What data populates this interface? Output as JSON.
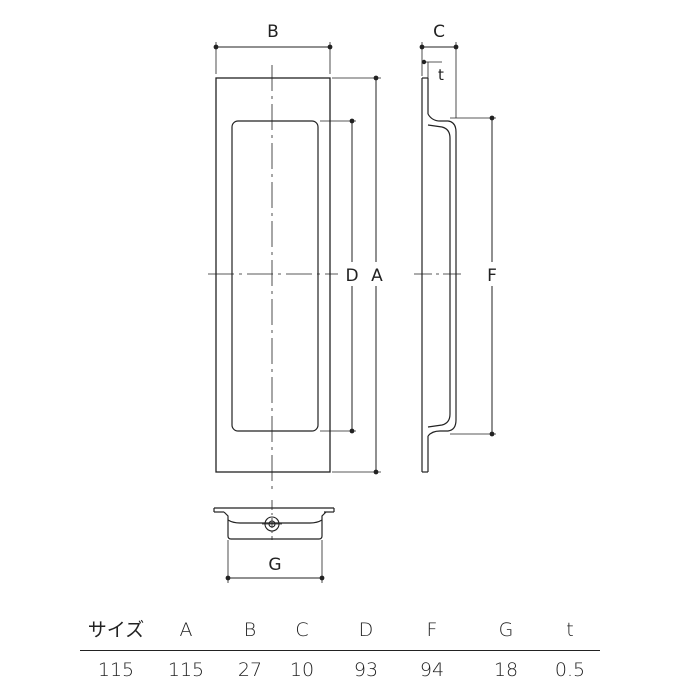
{
  "drawing": {
    "labels": {
      "A": "A",
      "B": "B",
      "C": "C",
      "D": "D",
      "F": "F",
      "G": "G",
      "t": "t"
    }
  },
  "spec_table": {
    "headers": [
      "サイズ",
      "A",
      "B",
      "C",
      "D",
      "F",
      "G",
      "t"
    ],
    "values": [
      "115",
      "115",
      "27",
      "10",
      "93",
      "94",
      "18",
      "0.5"
    ]
  }
}
